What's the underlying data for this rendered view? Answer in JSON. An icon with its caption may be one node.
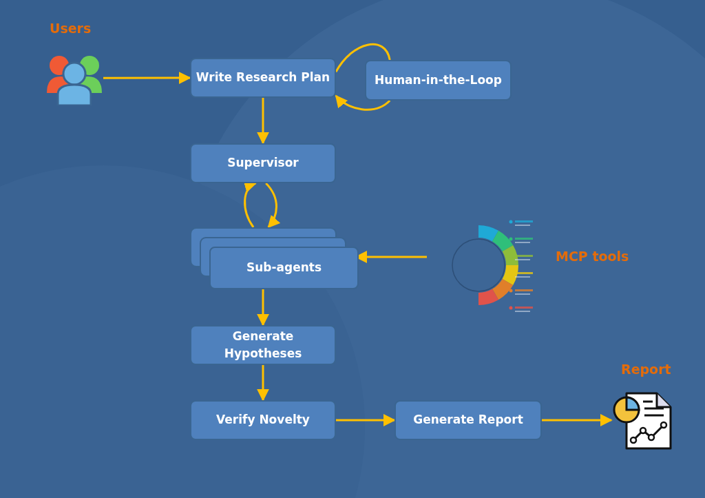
{
  "diagram": {
    "nodes": [
      {
        "text": [],
        "shape": "person",
        "beside": [
          "Users"
        ]
      },
      {
        "text": [
          "Write Research Plan"
        ]
      },
      {
        "text": [
          "Human-in-the-Loop"
        ]
      },
      {
        "text": [
          "Supervisor"
        ]
      },
      {
        "text": [
          "Sub-agents"
        ]
      },
      {
        "text": [],
        "shape": "picture",
        "beside": [
          "MCP tools"
        ]
      },
      {
        "text": [
          "Generate Hypotheses"
        ]
      },
      {
        "text": [
          "Verify Novelty"
        ]
      },
      {
        "text": [
          "Generate Report"
        ]
      },
      {
        "text": [],
        "shape": "picture",
        "beside": [
          "Report"
        ]
      }
    ],
    "edges": [
      {
        "from": 0,
        "to": 1,
        "arrow": "to"
      },
      {
        "from": 1,
        "to": 2,
        "arrow": "none"
      },
      {
        "from": 2,
        "to": 1,
        "arrow": "to"
      },
      {
        "from": 1,
        "to": 3,
        "arrow": "to"
      },
      {
        "from": 3,
        "to": 4,
        "arrow": "to"
      },
      {
        "from": 4,
        "to": 3,
        "arrow": "to"
      },
      {
        "from": 5,
        "to": 4,
        "arrow": "to"
      },
      {
        "from": 4,
        "to": 6,
        "arrow": "to"
      },
      {
        "from": 6,
        "to": 7,
        "arrow": "to"
      },
      {
        "from": 7,
        "to": 8,
        "arrow": "to"
      },
      {
        "from": 8,
        "to": 9,
        "arrow": "to"
      }
    ]
  }
}
